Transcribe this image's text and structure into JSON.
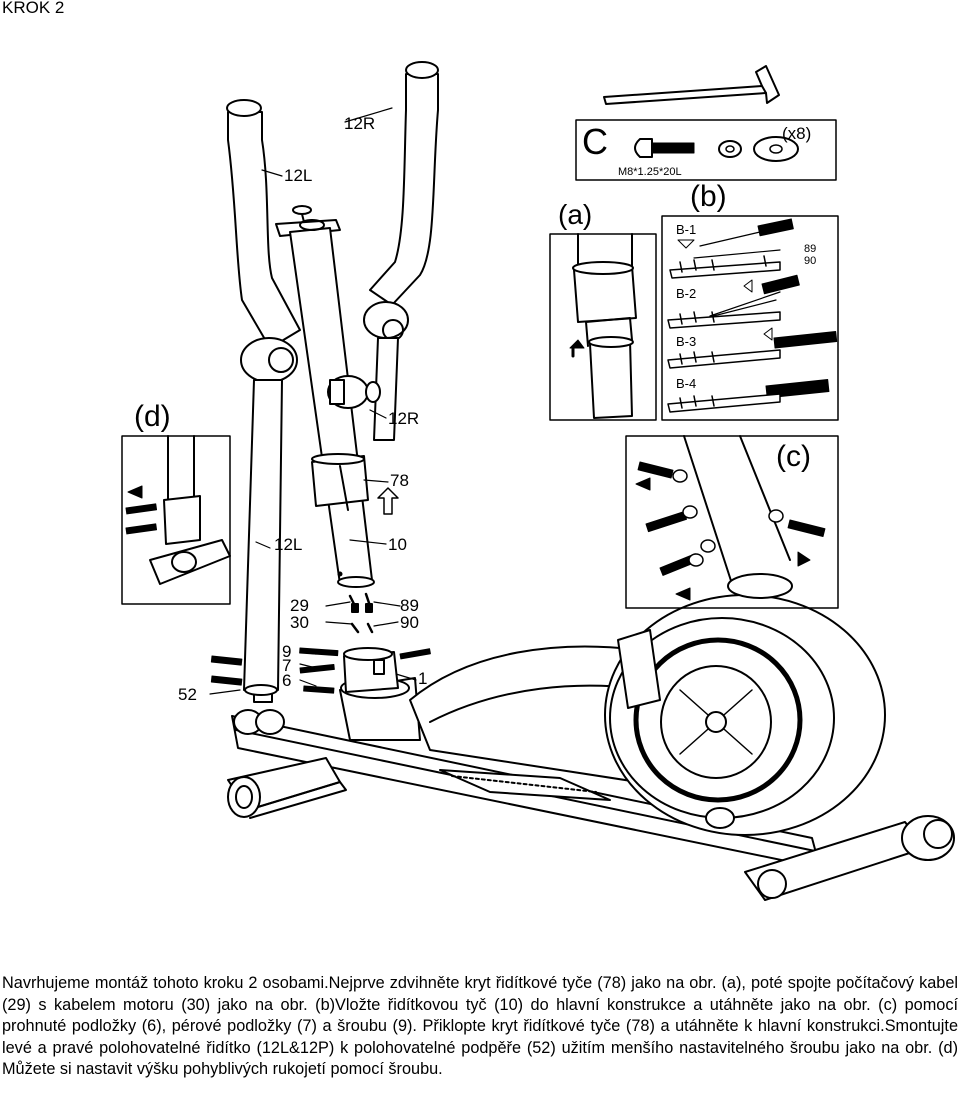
{
  "page": {
    "step_title": "KROK 2"
  },
  "diagram": {
    "part_labels": {
      "p12R_top": "12R",
      "p12L_top": "12L",
      "p12R_mid": "12R",
      "p78": "78",
      "p10": "10",
      "p12L_low": "12L",
      "p29": "29",
      "p30": "30",
      "p89": "89",
      "p90": "90",
      "p9": "9",
      "p7": "7",
      "p6": "6",
      "p1": "1",
      "p52": "52"
    },
    "inset_a": {
      "label": "(a)"
    },
    "inset_b": {
      "label": "(b)",
      "steps": [
        "B-1",
        "B-2",
        "B-3",
        "B-4"
      ],
      "wire_labels": [
        "89",
        "90"
      ]
    },
    "inset_c": {
      "label": "(c)"
    },
    "inset_d": {
      "label": "(d)"
    },
    "hardware_box": {
      "letter": "C",
      "quantity": "(x8)",
      "bolt_spec": "M8*1.25*20L"
    }
  },
  "instructions": {
    "text": "Navrhujeme montáž tohoto kroku 2 osobami.Nejprve zdvihněte kryt řidítkové tyče (78) jako na obr. (a), poté spojte počítačový kabel (29) s kabelem motoru (30) jako na obr. (b)Vložte řidítkovou tyč (10) do hlavní konstrukce a utáhněte jako na obr. (c) pomocí prohnuté podložky (6), pérové podložky (7) a šroubu (9). Přiklopte kryt řidítkové tyče (78) a utáhněte k hlavní konstrukci.Smontujte levé a pravé polohovatelné řidítko (12L&12P) k polohovatelné podpěře (52) užitím menšího nastavitelného šroubu jako na obr. (d) Můžete si nastavit výšku pohyblivých rukojetí pomocí šroubu."
  }
}
